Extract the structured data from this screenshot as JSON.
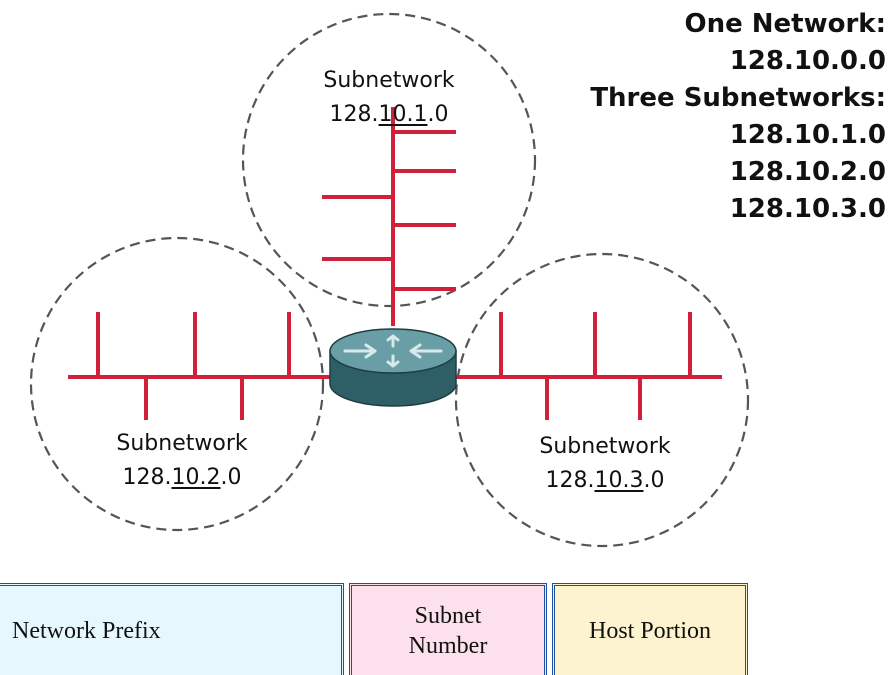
{
  "summary": {
    "lines": [
      "One Network:",
      "128.10.0.0",
      "Three Subnetworks:",
      "128.10.1.0",
      "128.10.2.0",
      "128.10.3.0"
    ]
  },
  "subnets": [
    {
      "title": "Subnetwork",
      "ip_prefix": "128.",
      "ip_subnet": "10.1",
      "ip_suffix": ".0"
    },
    {
      "title": "Subnetwork",
      "ip_prefix": "128.",
      "ip_subnet": "10.2",
      "ip_suffix": ".0"
    },
    {
      "title": "Subnetwork",
      "ip_prefix": "128.",
      "ip_subnet": "10.3",
      "ip_suffix": ".0"
    }
  ],
  "address_bar": {
    "network_prefix": "Network Prefix",
    "subnet_number": "Subnet Number",
    "host_portion": "Host Portion"
  },
  "icons": [
    "router-icon"
  ],
  "colors": {
    "segment_line": "#d3203a",
    "router_top": "#6a9ea6",
    "router_side": "#2f5f66",
    "circle_dash": "#555555",
    "network_prefix_fill": "#e6f8fd",
    "subnet_number_fill": "#fce0ec",
    "host_portion_fill": "#fdf4cf",
    "cell_border": "#1f4fa0"
  }
}
